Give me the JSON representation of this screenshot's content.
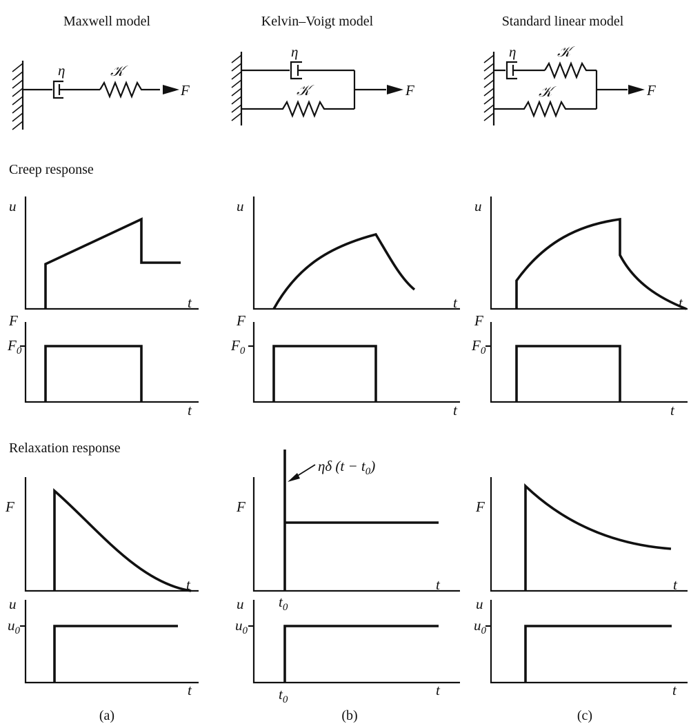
{
  "titles": {
    "maxwell": "Maxwell model",
    "kelvin": "Kelvin–Voigt model",
    "standard": "Standard linear model"
  },
  "sections": {
    "creep": "Creep response",
    "relaxation": "Relaxation response"
  },
  "symbols": {
    "eta": "η",
    "K": "𝒦",
    "F": "F",
    "u": "u",
    "t": "t",
    "F0_main": "F",
    "F0_sub": "0",
    "u0_main": "u",
    "u0_sub": "0",
    "t0_main": "t",
    "t0_sub": "0",
    "impulse": "ηδ (t − t",
    "impulse_sub": "0",
    "impulse_close": ")"
  },
  "captions": {
    "a": "(a)",
    "b": "(b)",
    "c": "(c)"
  }
}
